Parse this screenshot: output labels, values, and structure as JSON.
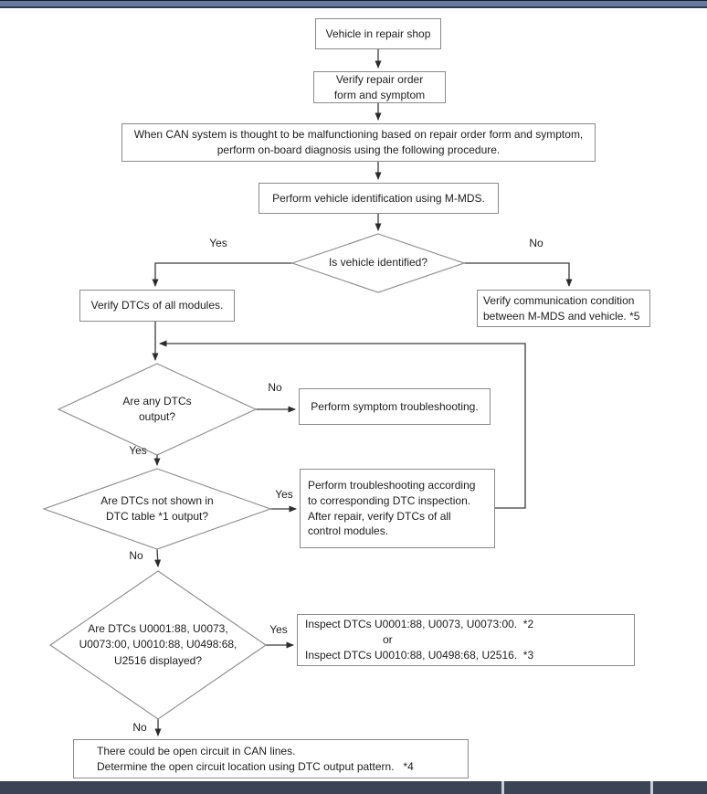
{
  "chrome": {
    "top_bar_colors": {
      "edge_top": "#161f2c",
      "middle": "#667b9d",
      "edge_bottom": "#2e3c52"
    },
    "bottom_bar": {
      "color": "#3a4455",
      "separator_color": "#c9cdd5"
    }
  },
  "flowchart": {
    "boxes": {
      "b1": {
        "text": "Vehicle in repair shop"
      },
      "b2": {
        "lines": [
          "Verify repair order",
          "form and symptom"
        ]
      },
      "b3": {
        "lines": [
          "When CAN system is thought to be malfunctioning based on repair order form and symptom,",
          "perform on-board diagnosis using the following procedure."
        ]
      },
      "b4": {
        "text": "Perform vehicle identification using M-MDS."
      },
      "b5": {
        "text": "Verify DTCs of all modules."
      },
      "b6": {
        "lines": [
          "Verify communication condition",
          "between M-MDS and vehicle. *5"
        ]
      },
      "b7": {
        "text": "Perform symptom troubleshooting."
      },
      "b8": {
        "lines": [
          "Perform troubleshooting according",
          "to corresponding DTC inspection.",
          "After repair, verify DTCs of all",
          "control modules."
        ]
      },
      "b9": {
        "line1": "Inspect DTCs U0001:88, U0073, U0073:00.  *2",
        "or_label": "or",
        "line2": "Inspect DTCs U0010:88, U0498:68, U2516.  *3"
      },
      "b10": {
        "lines": [
          "There could be open circuit in CAN lines.",
          "Determine the open circuit location using DTC output pattern.   *4"
        ]
      }
    },
    "diamonds": {
      "d1": {
        "lines": [
          "Is vehicle identified?"
        ]
      },
      "d2": {
        "lines": [
          "Are any DTCs",
          "output?"
        ]
      },
      "d3": {
        "lines": [
          "Are DTCs not shown in",
          "DTC table *1 output?"
        ]
      },
      "d4": {
        "lines": [
          "Are DTCs U0001:88, U0073,",
          "U0073:00, U0010:88, U0498:68,",
          "U2516 displayed?"
        ]
      }
    },
    "labels": {
      "d1_yes": "Yes",
      "d1_no": "No",
      "d2_no": "No",
      "d2_yes": "Yes",
      "d3_yes": "Yes",
      "d3_no": "No",
      "d4_yes": "Yes",
      "d4_no": "No"
    }
  }
}
